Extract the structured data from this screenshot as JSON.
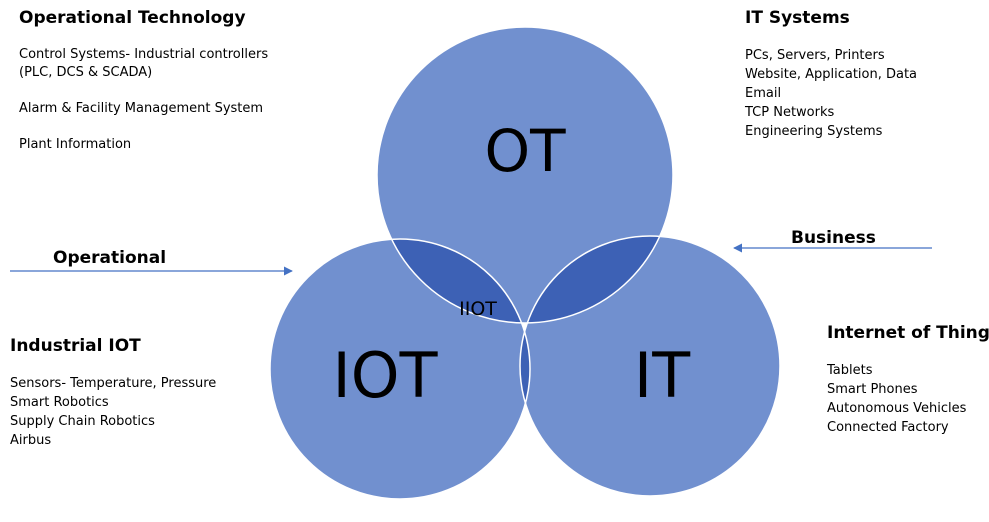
{
  "diagram": {
    "circles": [
      {
        "id": "ot",
        "label": "OT",
        "fill": "#7190cf"
      },
      {
        "id": "iot",
        "label": "IOT",
        "fill": "#7190cf"
      },
      {
        "id": "it",
        "label": "IT",
        "fill": "#7190cf"
      }
    ],
    "center_label": "IIOT",
    "colors": {
      "circle_fill": "#7190cf",
      "pair_overlap": "#3d61b5",
      "triple_overlap": "#2746a0",
      "arrow": "#4472c4"
    }
  },
  "operational_technology": {
    "title": "Operational Technology",
    "items": [
      "Control Systems- Industrial controllers",
      "(PLC, DCS & SCADA)",
      "Alarm & Facility Management System",
      "Plant Information"
    ]
  },
  "it_systems": {
    "title": "IT Systems",
    "items": [
      "PCs, Servers, Printers",
      "Website, Application, Data",
      "Email",
      "TCP Networks",
      "Engineering Systems"
    ]
  },
  "industrial_iot": {
    "title": "Industrial IOT",
    "items": [
      "Sensors- Temperature, Pressure",
      "Smart Robotics",
      "Supply Chain Robotics",
      "Airbus"
    ]
  },
  "internet_of_things": {
    "title": "Internet of Things",
    "items": [
      "Tablets",
      "Smart Phones",
      "Autonomous Vehicles",
      "Connected Factory"
    ]
  },
  "flows": {
    "operational": "Operational",
    "business": "Business"
  }
}
